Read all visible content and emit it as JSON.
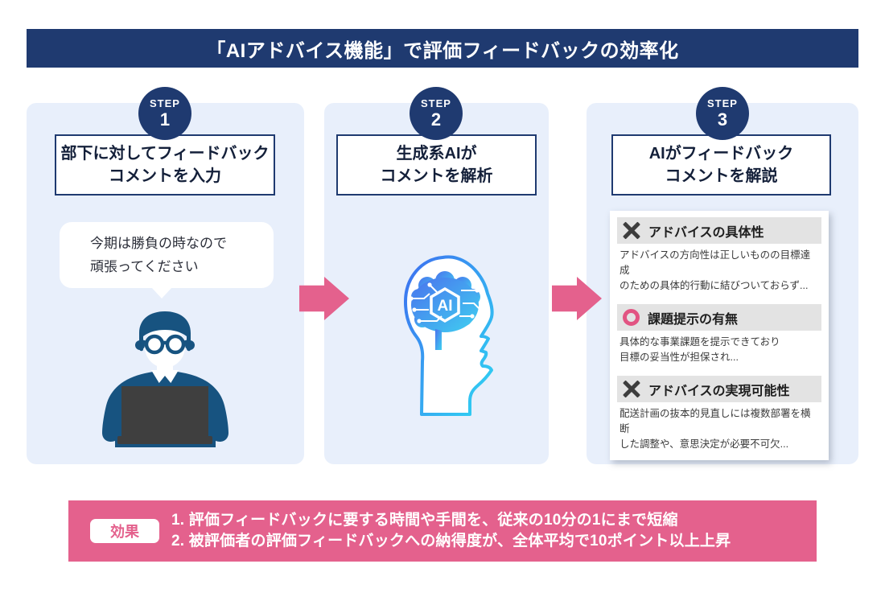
{
  "title": "「AIアドバイス機能」で評価フィードバックの効率化",
  "colors": {
    "navy": "#1f3a70",
    "pink": "#e4618d",
    "panel_blue": "#e8effb",
    "person_blue": "#175380",
    "laptop_gray": "#3f3f3f",
    "bar_gray": "#e3e3e3",
    "x_mark": "#3d3d3d",
    "circle_mark": "#e25482",
    "brain_gradient": [
      "#4a72ee",
      "#3fd0f0"
    ]
  },
  "steps": [
    {
      "badge": "STEP",
      "num": "1",
      "line1": "部下に対してフィードバック",
      "line2": "コメントを入力"
    },
    {
      "badge": "STEP",
      "num": "2",
      "line1": "生成系AIが",
      "line2": "コメントを解析"
    },
    {
      "badge": "STEP",
      "num": "3",
      "line1": "AIがフィードバック",
      "line2": "コメントを解説"
    }
  ],
  "bubble": {
    "line1": "今期は勝負の時なので",
    "line2": "頑張ってください"
  },
  "ai_head": {
    "label": "AI"
  },
  "analysis": [
    {
      "mark": "x",
      "title": "アドバイスの具体性",
      "body1": "アドバイスの方向性は正しいものの目標達成",
      "body2": "のための具体的行動に結びついておらず..."
    },
    {
      "mark": "o",
      "title": "課題提示の有無",
      "body1": "具体的な事業課題を提示できており",
      "body2": "目標の妥当性が担保され..."
    },
    {
      "mark": "x",
      "title": "アドバイスの実現可能性",
      "body1": "配送計画の抜本的見直しには複数部署を横断",
      "body2": "した調整や、意思決定が必要不可欠..."
    }
  ],
  "effect": {
    "label": "効果",
    "line1": "1. 評価フィードバックに要する時間や手間を、従来の10分の1にまで短縮",
    "line2": "2. 被評価者の評価フィードバックへの納得度が、全体平均で10ポイント以上上昇"
  }
}
